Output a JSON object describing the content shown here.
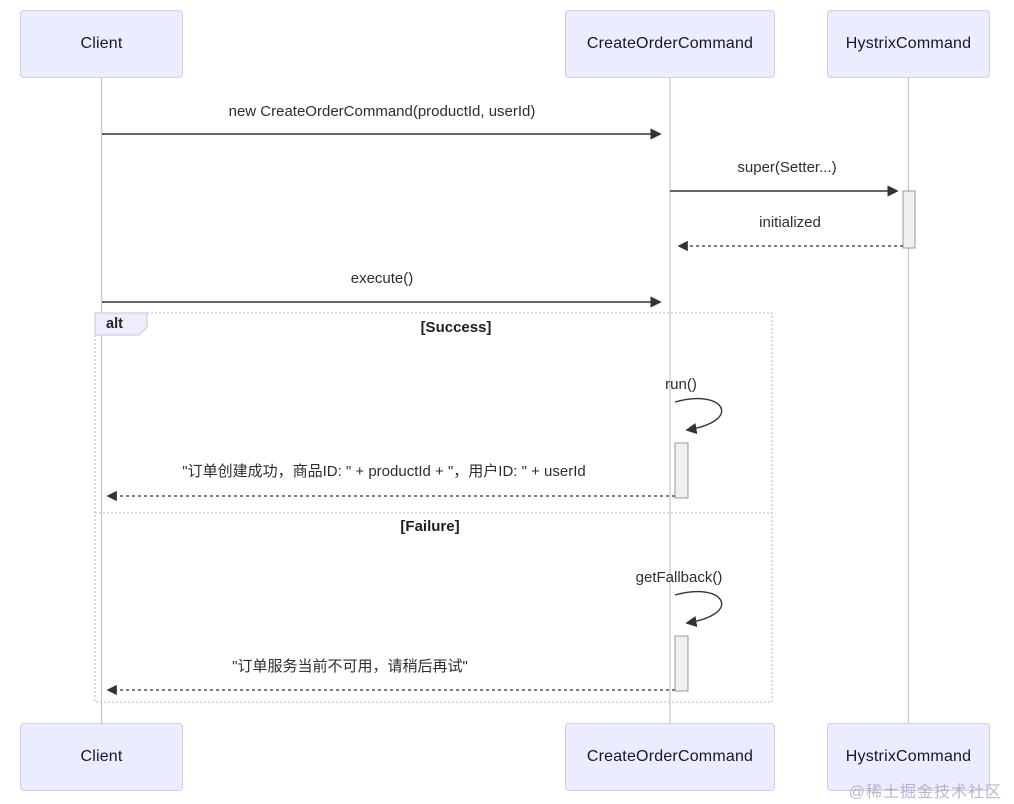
{
  "diagram": {
    "type": "sequence",
    "participants": [
      {
        "name": "Client"
      },
      {
        "name": "CreateOrderCommand"
      },
      {
        "name": "HystrixCommand"
      }
    ],
    "messages": [
      {
        "label": "new CreateOrderCommand(productId, userId)",
        "from": "Client",
        "to": "CreateOrderCommand",
        "type": "solid-arrow"
      },
      {
        "label": "super(Setter...)",
        "from": "CreateOrderCommand",
        "to": "HystrixCommand",
        "type": "solid-arrow"
      },
      {
        "label": "initialized",
        "from": "HystrixCommand",
        "to": "CreateOrderCommand",
        "type": "dashed-arrow"
      },
      {
        "label": "execute()",
        "from": "Client",
        "to": "CreateOrderCommand",
        "type": "solid-arrow"
      },
      {
        "label": "run()",
        "from": "CreateOrderCommand",
        "to": "CreateOrderCommand",
        "type": "self-call"
      },
      {
        "label": "\"订单创建成功，商品ID: \" + productId + \"，用户ID: \" + userId",
        "from": "CreateOrderCommand",
        "to": "Client",
        "type": "dashed-arrow"
      },
      {
        "label": "getFallback()",
        "from": "CreateOrderCommand",
        "to": "CreateOrderCommand",
        "type": "self-call"
      },
      {
        "label": "\"订单服务当前不可用，请稍后再试\"",
        "from": "CreateOrderCommand",
        "to": "Client",
        "type": "dashed-arrow"
      }
    ],
    "alt_frame": {
      "label": "alt",
      "conditions": [
        "[Success]",
        "[Failure]"
      ]
    },
    "watermark": "@稀土掘金技术社区",
    "colors": {
      "actor_fill": "#ECECFF",
      "actor_border": "#cfcfe8",
      "lifeline": "#c3c3e0",
      "frame_border": "#b6b6d8",
      "arrow": "#333333",
      "activation_fill": "#f0f0f0",
      "activation_border": "#999999",
      "text": "#2e2e2e",
      "watermark_color": "#9494af"
    }
  }
}
